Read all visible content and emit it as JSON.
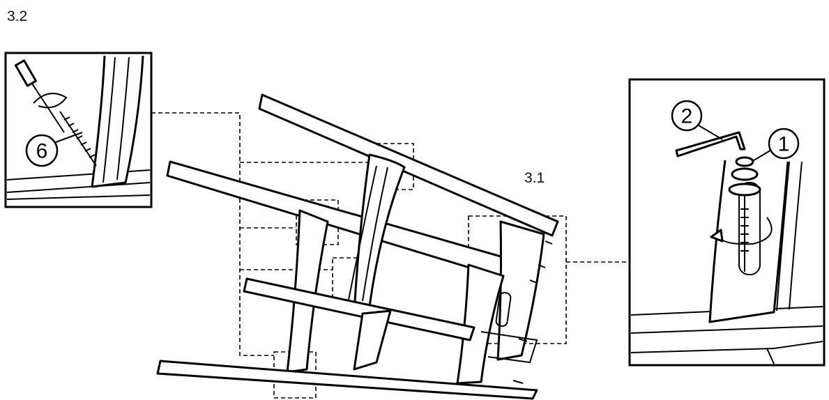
{
  "steps": {
    "main_label": "3.2",
    "sub_label": "3.1"
  },
  "callouts": {
    "screw": "6",
    "hex_key": "2",
    "bolt": "1"
  }
}
